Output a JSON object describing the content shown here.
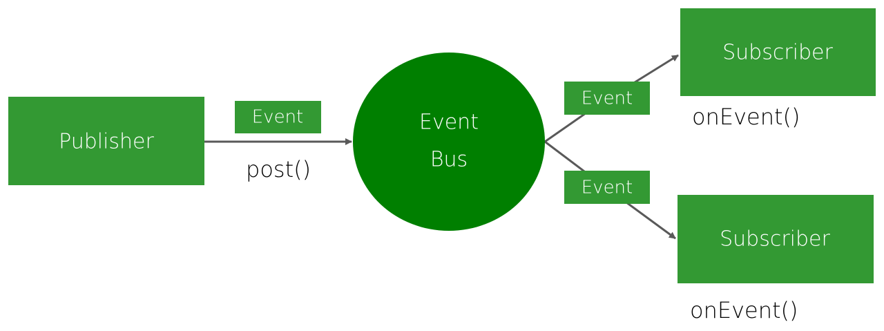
{
  "colors": {
    "box": "#339933",
    "bus": "#007f00",
    "arrow": "#595959",
    "box_text": "#ffffff",
    "method_text": "#000000"
  },
  "publisher": {
    "label": "Publisher",
    "method": "post()"
  },
  "bus": {
    "line1": "Event",
    "line2": "Bus"
  },
  "events": [
    {
      "label": "Event"
    },
    {
      "label": "Event"
    },
    {
      "label": "Event"
    }
  ],
  "subscribers": [
    {
      "label": "Subscriber",
      "method": "onEvent()"
    },
    {
      "label": "Subscriber",
      "method": "onEvent()"
    }
  ]
}
